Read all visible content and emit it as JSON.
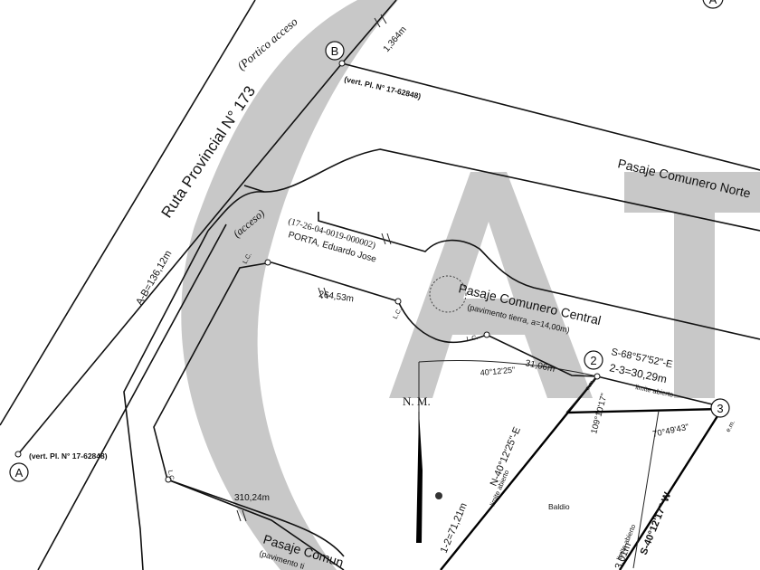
{
  "watermark": {
    "text": "AT",
    "color": "#c8c8c8"
  },
  "roads": {
    "ruta_name": "Ruta Provincial N° 173",
    "portico": "(Portico acceso",
    "acceso": "(acceso)",
    "pasaje_norte": "Pasaje Comunero Norte",
    "pasaje_central": "Pasaje Comunero Central",
    "pasaje_central_sub": "(pavimento tierra, a=14,00m)",
    "pasaje_sur": "Pasaje Comun",
    "pasaje_sur_sub": "(pavimento ti"
  },
  "vertices": {
    "a": "A",
    "b": "B",
    "v2": "2",
    "v3": "3",
    "top_letter": "A"
  },
  "vert_refs": {
    "b": "(vert. Pl. N° 17-62848)",
    "a": "(vert. Pl. N° 17-62848)"
  },
  "parcel": {
    "code": "(17-26-04-0019-000002)",
    "owner": "PORTA, Eduardo Jose"
  },
  "measures": {
    "top": "1,364m",
    "ab": "A-B=136,12m",
    "d264": "264,53m",
    "d310": "310,24m",
    "d31": "31,06m",
    "s23_bearing": "S-68°57'52\"-E",
    "s23_len": "2-3=30,29m",
    "ang_40": "40°12'25\"",
    "ang_109": "109°10'17\"",
    "ang_70": "70°49'43\"",
    "s12": "1-2=71,21m",
    "n12_bearing": "N-40°12'25\"-E",
    "s3_bearing": "S-40°12'17\" W",
    "s3_len": "3,01m"
  },
  "labels": {
    "lc": "L.C.",
    "em": "e.m.",
    "limite1": "limite abierto",
    "limite2": "limite abierto",
    "limite3": "limite abierto",
    "nm": "N. M.",
    "baldio": "Baldio"
  }
}
